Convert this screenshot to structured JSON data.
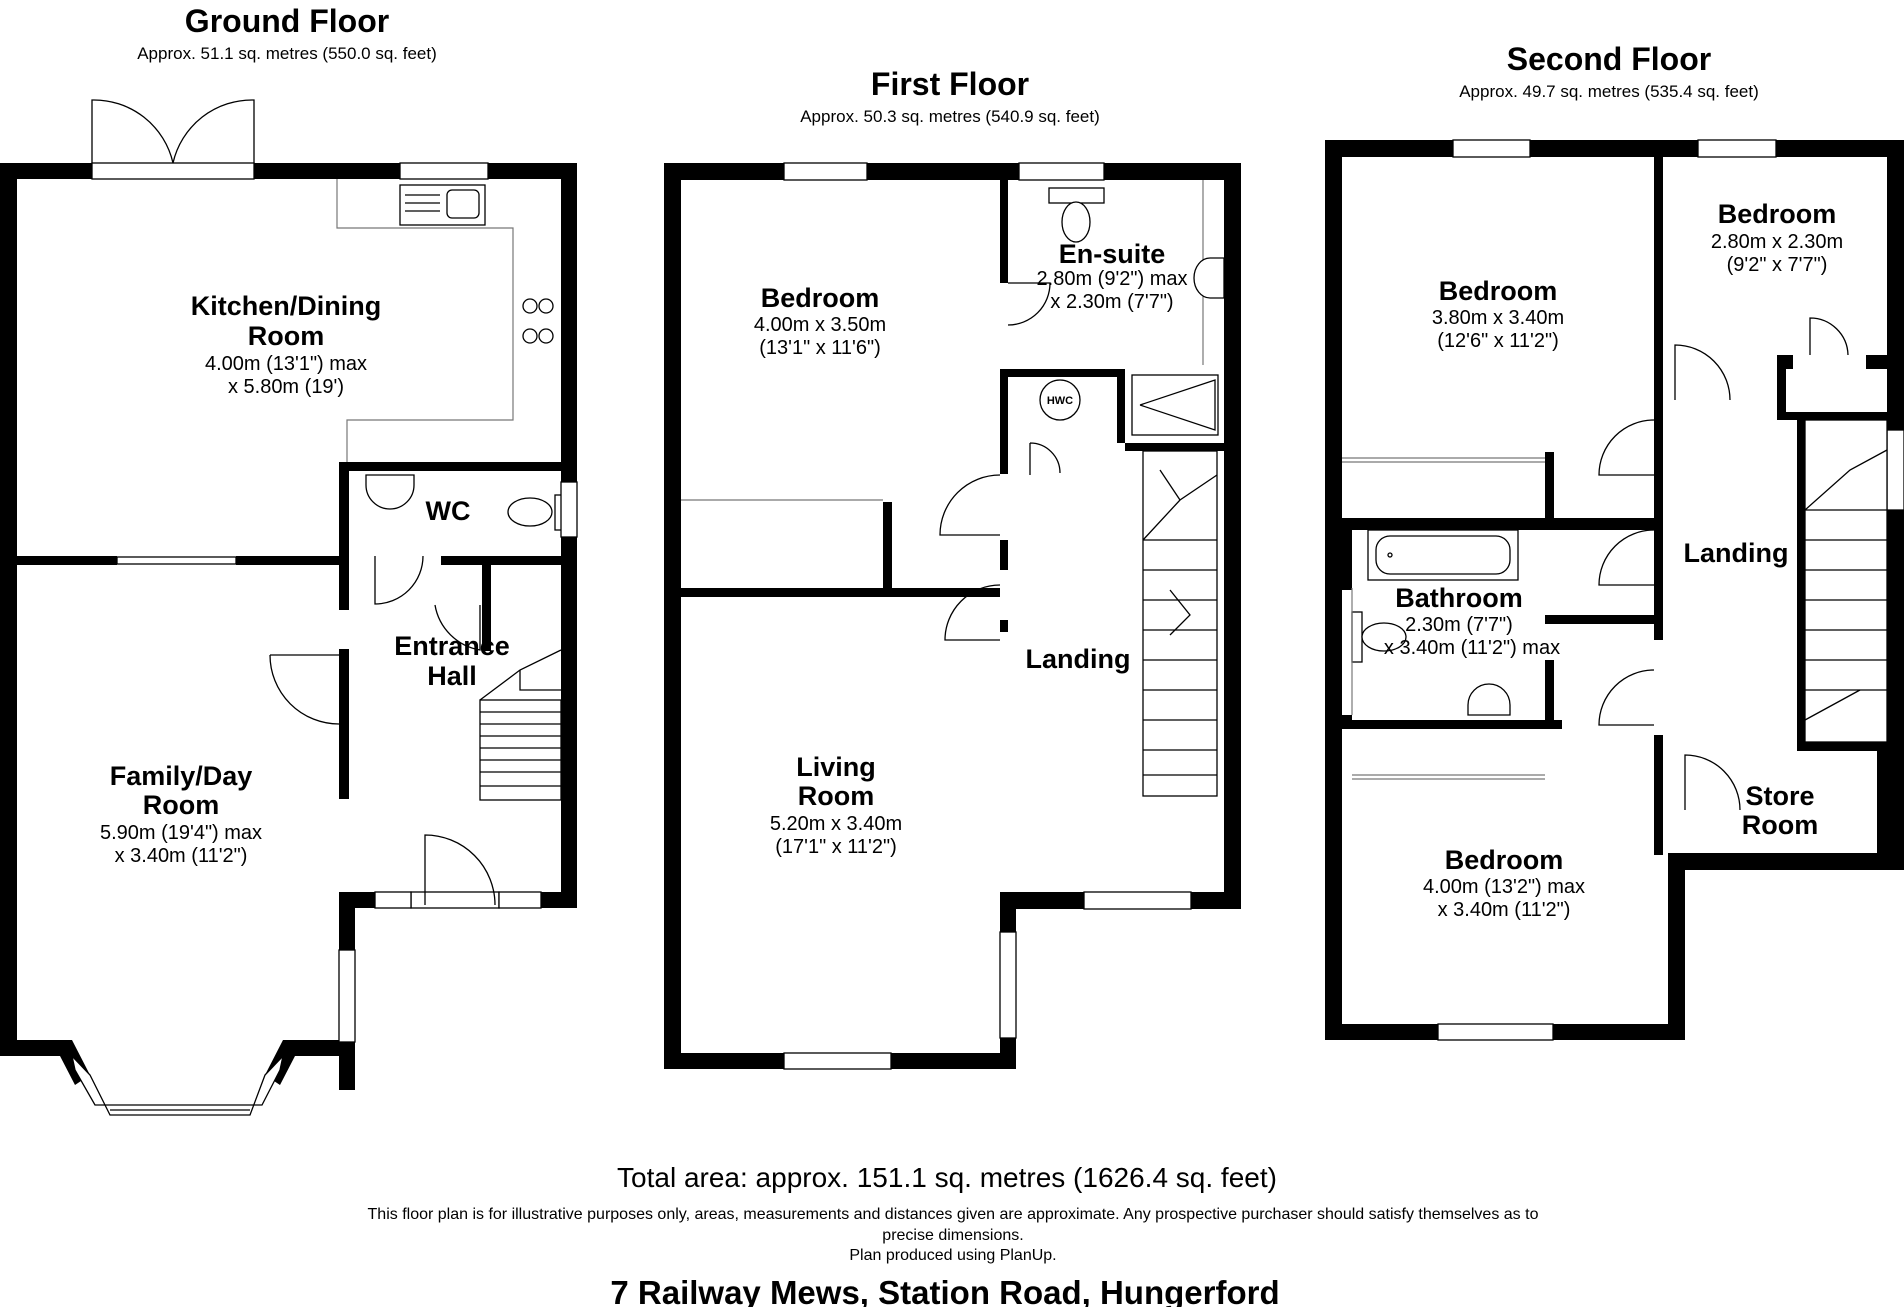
{
  "floors": [
    {
      "title": "Ground Floor",
      "area": "Approx. 51.1 sq. metres (550.0 sq. feet)"
    },
    {
      "title": "First Floor",
      "area": "Approx. 50.3 sq. metres (540.9 sq. feet)"
    },
    {
      "title": "Second Floor",
      "area": "Approx. 49.7 sq. metres (535.4 sq. feet)"
    }
  ],
  "rooms": {
    "kitchen": {
      "name_1": "Kitchen/Dining",
      "name_2": "Room",
      "dim_1": "4.00m (13'1\") max",
      "dim_2": "x 5.80m (19')"
    },
    "wc": {
      "name": "WC"
    },
    "entrance": {
      "name_1": "Entrance",
      "name_2": "Hall"
    },
    "family": {
      "name_1": "Family/Day",
      "name_2": "Room",
      "dim_1": "5.90m (19'4\") max",
      "dim_2": "x 3.40m (11'2\")"
    },
    "ff_bedroom": {
      "name": "Bedroom",
      "dim_1": "4.00m x 3.50m",
      "dim_2": "(13'1\" x 11'6\")"
    },
    "ensuite": {
      "name": "En-suite",
      "dim_1": "2.80m (9'2\") max",
      "dim_2": "x 2.30m (7'7\")"
    },
    "hwc": {
      "label": "HWC"
    },
    "ff_landing": {
      "name": "Landing"
    },
    "living": {
      "name_1": "Living",
      "name_2": "Room",
      "dim_1": "5.20m x 3.40m",
      "dim_2": "(17'1\" x 11'2\")"
    },
    "sf_bedroom_1": {
      "name": "Bedroom",
      "dim_1": "3.80m x 3.40m",
      "dim_2": "(12'6\" x 11'2\")"
    },
    "sf_bedroom_2": {
      "name": "Bedroom",
      "dim_1": "2.80m x 2.30m",
      "dim_2": "(9'2\" x 7'7\")"
    },
    "sf_landing": {
      "name": "Landing"
    },
    "bathroom": {
      "name": "Bathroom",
      "dim_1": "2.30m (7'7\")",
      "dim_2": "x 3.40m (11'2\") max"
    },
    "store": {
      "name_1": "Store",
      "name_2": "Room"
    },
    "sf_bedroom_3": {
      "name": "Bedroom",
      "dim_1": "4.00m (13'2\") max",
      "dim_2": "x 3.40m (11'2\")"
    }
  },
  "footer": {
    "total": "Total area: approx. 151.1 sq. metres (1626.4 sq. feet)",
    "disclaimer_1": "This floor plan is for illustrative purposes only, areas, measurements and distances given are approximate. Any prospective purchaser should satisfy themselves as to",
    "disclaimer_2": "precise dimensions.",
    "disclaimer_3": "Plan produced using PlanUp.",
    "address": "7 Railway Mews, Station Road, Hungerford"
  }
}
